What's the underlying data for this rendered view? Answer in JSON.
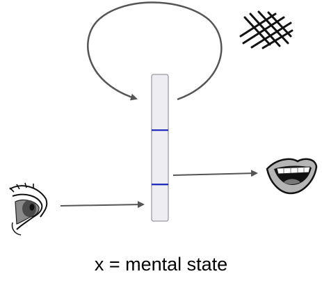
{
  "caption": "x = mental state",
  "icons": {
    "input": "eye-icon",
    "output": "mouth-icon",
    "noise": "crosshatch-icon",
    "memory": "loop-arrow"
  },
  "colors": {
    "tape_fill": "#eeeef2",
    "tape_stroke": "#9a9aa2",
    "marker": "#1a22b8",
    "arrow": "#555555"
  },
  "tape": {
    "markers": [
      0.75,
      0.38
    ]
  }
}
